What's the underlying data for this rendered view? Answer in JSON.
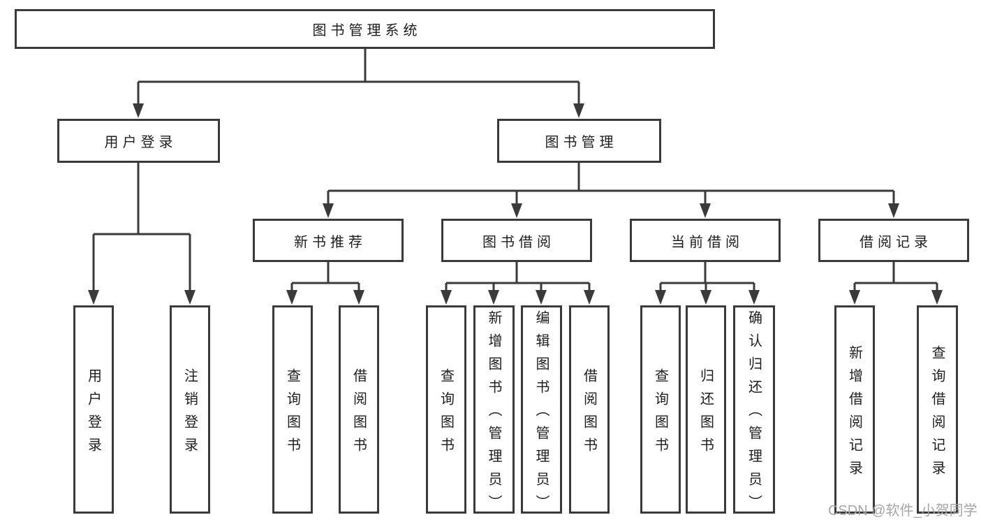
{
  "diagram": {
    "title": "图书管理系统",
    "nodes": {
      "root": {
        "label": "图书管理系统"
      },
      "l2": [
        {
          "label": "用户登录"
        },
        {
          "label": "图书管理"
        }
      ],
      "l3": [
        {
          "label": "新书推荐"
        },
        {
          "label": "图书借阅"
        },
        {
          "label": "当前借阅"
        },
        {
          "label": "借阅记录"
        }
      ],
      "leaves": [
        {
          "label": "用户登录"
        },
        {
          "label": "注销登录"
        },
        {
          "label": "查询图书"
        },
        {
          "label": "借阅图书"
        },
        {
          "label": "查询图书"
        },
        {
          "label": "新增图书（管理员）"
        },
        {
          "label": "编辑图书（管理员）"
        },
        {
          "label": "借阅图书"
        },
        {
          "label": "查询图书"
        },
        {
          "label": "归还图书"
        },
        {
          "label": "确认归还（管理员）"
        },
        {
          "label": "新增借阅记录"
        },
        {
          "label": "查询借阅记录"
        }
      ]
    },
    "edges": [
      "图书管理系统→用户登录",
      "图书管理系统→图书管理",
      "用户登录→用户登录",
      "用户登录→注销登录",
      "图书管理→新书推荐",
      "图书管理→图书借阅",
      "图书管理→当前借阅",
      "图书管理→借阅记录",
      "新书推荐→查询图书",
      "新书推荐→借阅图书",
      "图书借阅→查询图书",
      "图书借阅→新增图书（管理员）",
      "图书借阅→编辑图书（管理员）",
      "图书借阅→借阅图书",
      "当前借阅→查询图书",
      "当前借阅→归还图书",
      "当前借阅→确认归还（管理员）",
      "借阅记录→新增借阅记录",
      "借阅记录→查询借阅记录"
    ]
  },
  "watermark": {
    "text": "CSDN @软件_小贺同学"
  },
  "colors": {
    "line": "#3a3a3a",
    "text": "#1e1e1e",
    "box_fill": "#ffffff",
    "background": "#ffffff",
    "watermark": "#a5a5a5"
  }
}
